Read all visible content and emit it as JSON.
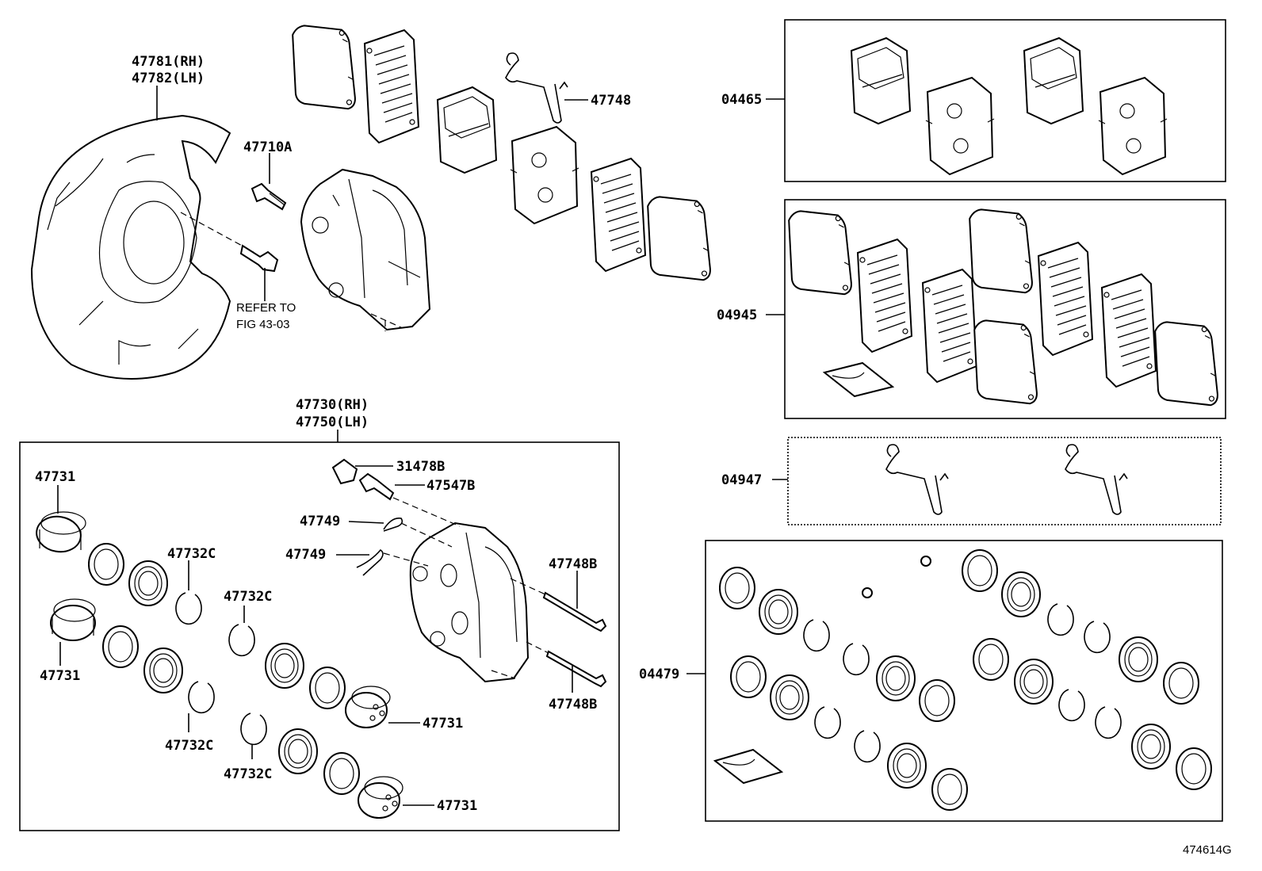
{
  "figure_code": "474614G",
  "callouts": {
    "shield_rh": "47781(RH)",
    "shield_lh": "47782(LH)",
    "bolt": "47710A",
    "refer_1": "REFER TO",
    "refer_2": "FIG 43-03",
    "spring_top": "47748",
    "caliper_rh": "47730(RH)",
    "caliper_lh": "47750(LH)",
    "cap": "31478B",
    "bleeder": "47547B",
    "clip_a": "47749",
    "clip_b": "47749",
    "pin_a": "47748B",
    "pin_b": "47748B",
    "piston_tl": "47731",
    "piston_ml": "47731",
    "piston_c1": "47731",
    "piston_c2": "47731",
    "seal_a": "47732C",
    "seal_b": "47732C",
    "seal_c": "47732C",
    "seal_d": "47732C",
    "kit_pads": "04465",
    "kit_shims": "04945",
    "kit_springs": "04947",
    "kit_seals": "04479"
  }
}
